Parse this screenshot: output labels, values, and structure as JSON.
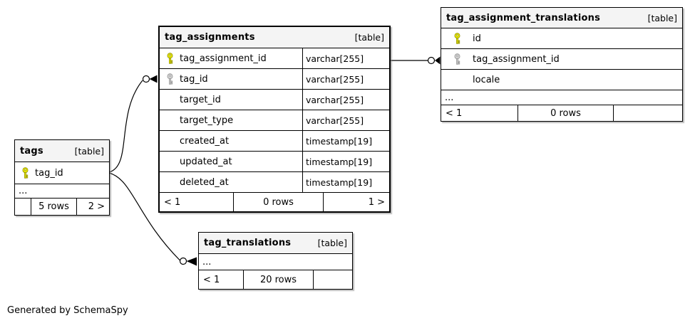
{
  "footer_note": "Generated by SchemaSpy",
  "tables": {
    "tags": {
      "name": "tags",
      "badge": "[table]",
      "columns": [
        {
          "name": "tag_id",
          "key": "primary"
        }
      ],
      "ellipsis": "...",
      "footer": [
        "",
        "5 rows",
        "2 >"
      ]
    },
    "tag_assignments": {
      "name": "tag_assignments",
      "badge": "[table]",
      "columns": [
        {
          "name": "tag_assignment_id",
          "type": "varchar[255]",
          "key": "primary"
        },
        {
          "name": "tag_id",
          "type": "varchar[255]",
          "key": "foreign"
        },
        {
          "name": "target_id",
          "type": "varchar[255]",
          "key": "none"
        },
        {
          "name": "target_type",
          "type": "varchar[255]",
          "key": "none"
        },
        {
          "name": "created_at",
          "type": "timestamp[19]",
          "key": "none"
        },
        {
          "name": "updated_at",
          "type": "timestamp[19]",
          "key": "none"
        },
        {
          "name": "deleted_at",
          "type": "timestamp[19]",
          "key": "none"
        }
      ],
      "footer": [
        "< 1",
        "0 rows",
        "1 >"
      ]
    },
    "tag_assignment_translations": {
      "name": "tag_assignment_translations",
      "badge": "[table]",
      "columns": [
        {
          "name": "id",
          "key": "primary"
        },
        {
          "name": "tag_assignment_id",
          "key": "foreign"
        },
        {
          "name": "locale",
          "key": "none"
        }
      ],
      "ellipsis": "...",
      "footer": [
        "< 1",
        "0 rows",
        ""
      ]
    },
    "tag_translations": {
      "name": "tag_translations",
      "badge": "[table]",
      "ellipsis": "...",
      "footer": [
        "< 1",
        "20 rows",
        ""
      ]
    }
  },
  "relationships": [
    {
      "from": "tags.tag_id",
      "to": "tag_assignments.tag_id"
    },
    {
      "from": "tags.tag_id",
      "to": "tag_translations"
    },
    {
      "from": "tag_assignments.tag_assignment_id",
      "to": "tag_assignment_translations.tag_assignment_id"
    }
  ],
  "colors": {
    "primary_key": "#e4e400",
    "foreign_key": "#d0d0d0",
    "table_header_bg": "#f4f4f4",
    "border": "#000000",
    "background": "#ffffff"
  }
}
